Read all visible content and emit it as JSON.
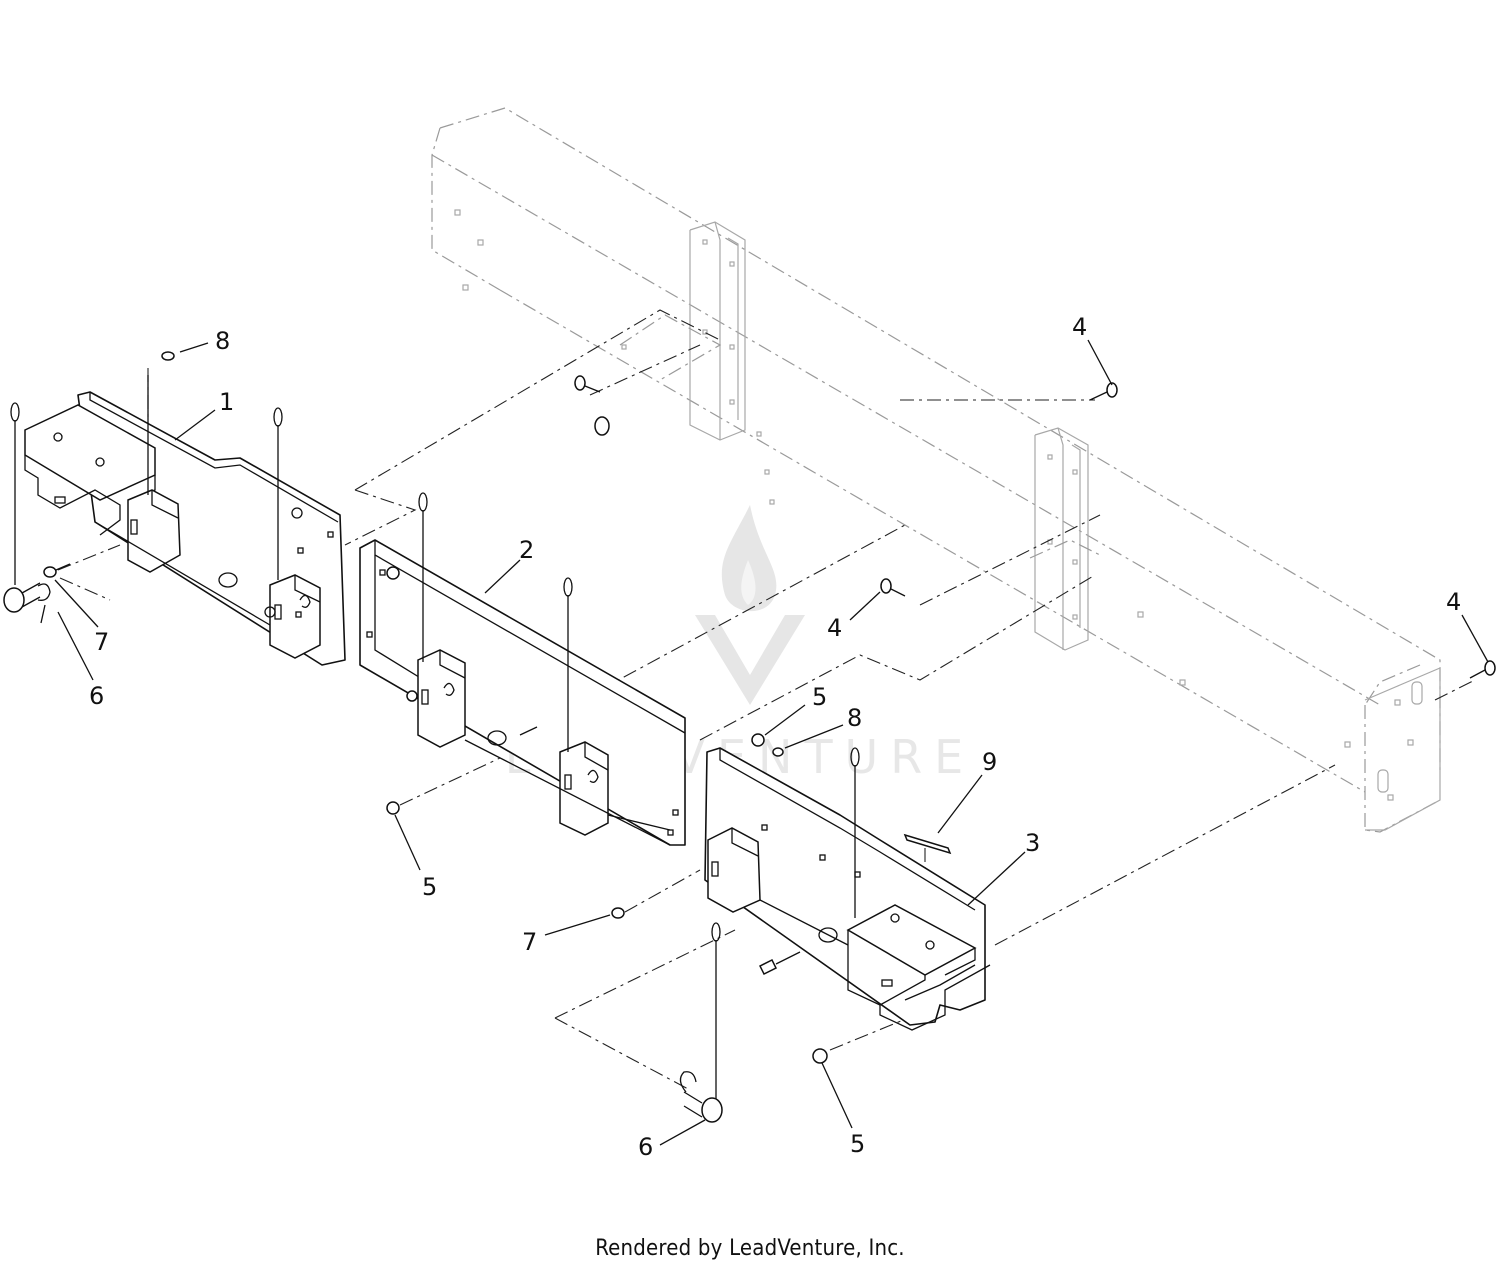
{
  "callouts": [
    {
      "id": "1",
      "label": "1"
    },
    {
      "id": "2",
      "label": "2"
    },
    {
      "id": "3",
      "label": "3"
    },
    {
      "id": "4a",
      "label": "4"
    },
    {
      "id": "4b",
      "label": "4"
    },
    {
      "id": "4c",
      "label": "4"
    },
    {
      "id": "5a",
      "label": "5"
    },
    {
      "id": "5b",
      "label": "5"
    },
    {
      "id": "5c",
      "label": "5"
    },
    {
      "id": "6a",
      "label": "6"
    },
    {
      "id": "6b",
      "label": "6"
    },
    {
      "id": "7a",
      "label": "7"
    },
    {
      "id": "7b",
      "label": "7"
    },
    {
      "id": "8a",
      "label": "8"
    },
    {
      "id": "8b",
      "label": "8"
    },
    {
      "id": "9",
      "label": "9"
    }
  ],
  "watermark": "LEADVENTURE",
  "footer": "Rendered by LeadVenture, Inc."
}
